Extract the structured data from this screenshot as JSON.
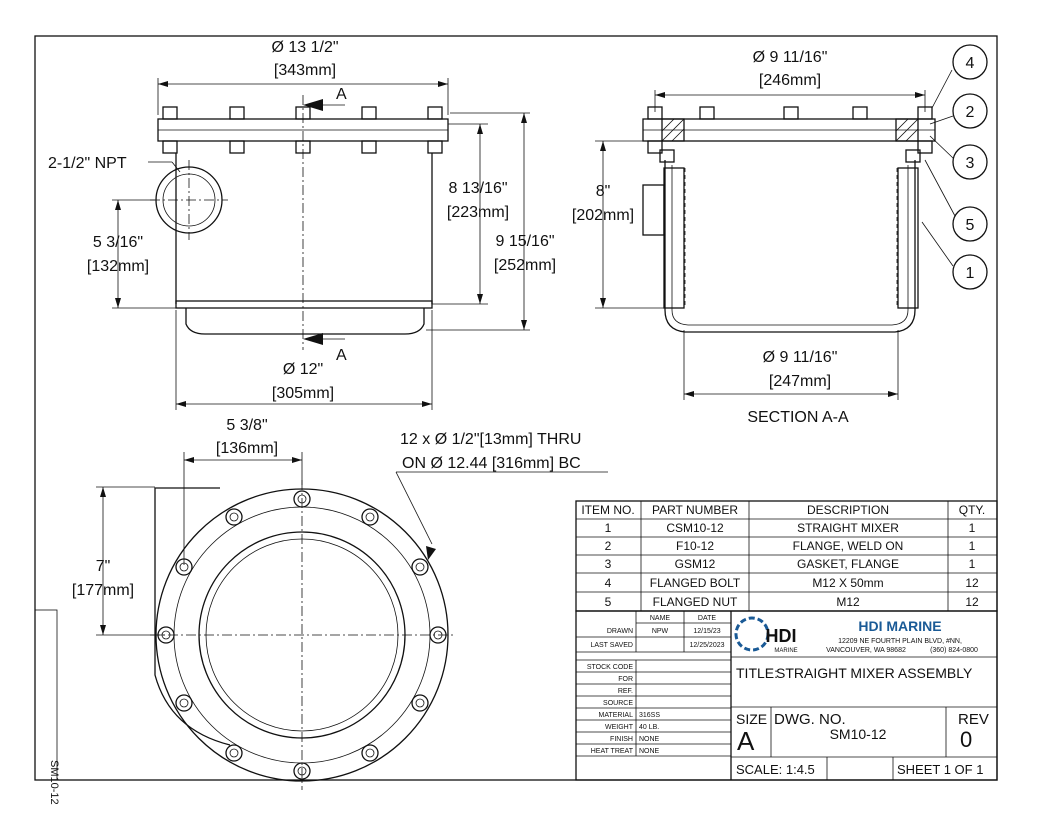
{
  "dimensions": {
    "top_diameter": "Ø 13 1/2\"",
    "top_diameter_mm": "[343mm]",
    "section_diameter": "Ø 9 11/16\"",
    "section_diameter_mm": "[246mm]",
    "npt_label": "2-1/2\" NPT",
    "body_height": "8 13/16\"",
    "body_height_mm": "[223mm]",
    "overall_height": "9 15/16\"",
    "overall_height_mm": "[252mm]",
    "npt_height": "5 3/16\"",
    "npt_height_mm": "[132mm]",
    "base_diameter": "Ø 12\"",
    "base_diameter_mm": "[305mm]",
    "section_height": "8\"",
    "section_height_mm": "[202mm]",
    "section_bottom_diameter": "Ø 9 11/16\"",
    "section_bottom_diameter_mm": "[247mm]",
    "npt_offset": "5 3/8\"",
    "npt_offset_mm": "[136mm]",
    "bottom_height": "7\"",
    "bottom_height_mm": "[177mm]",
    "bolt_note_line1": "12 x Ø 1/2\"[13mm] THRU",
    "bolt_note_line2": "ON Ø 12.44 [316mm] BC",
    "section_marker": "A",
    "section_title": "SECTION A-A"
  },
  "balloons": [
    "4",
    "2",
    "3",
    "5",
    "1"
  ],
  "bom": {
    "headers": [
      "ITEM NO.",
      "PART NUMBER",
      "DESCRIPTION",
      "QTY."
    ],
    "rows": [
      [
        "1",
        "CSM10-12",
        "STRAIGHT MIXER",
        "1"
      ],
      [
        "2",
        "F10-12",
        "FLANGE, WELD ON",
        "1"
      ],
      [
        "3",
        "GSM12",
        "GASKET, FLANGE",
        "1"
      ],
      [
        "4",
        "FLANGED BOLT",
        "M12 X 50mm",
        "12"
      ],
      [
        "5",
        "FLANGED NUT",
        "M12",
        "12"
      ]
    ]
  },
  "title_block": {
    "name_header": "NAME",
    "date_header": "DATE",
    "drawn_label": "DRAWN",
    "drawn_name": "NPW",
    "drawn_date": "12/15/23",
    "last_saved_label": "LAST SAVED",
    "last_saved_date": "12/25/2023",
    "props": [
      {
        "label": "STOCK CODE",
        "value": ""
      },
      {
        "label": "FOR",
        "value": ""
      },
      {
        "label": "REF.",
        "value": ""
      },
      {
        "label": "SOURCE",
        "value": ""
      },
      {
        "label": "MATERIAL",
        "value": "316SS"
      },
      {
        "label": "WEIGHT",
        "value": "40 LB."
      },
      {
        "label": "FINISH",
        "value": "NONE"
      },
      {
        "label": "HEAT TREAT",
        "value": "NONE"
      }
    ],
    "company": "HDI MARINE",
    "logo_text": "HDI",
    "logo_sub": "MARINE",
    "address_line1": "12209 NE FOURTH PLAIN BLVD, #NN,",
    "address_line2": "VANCOUVER, WA 98682",
    "phone": "(360) 824-0800",
    "title_label": "TITLE:",
    "title": "STRAIGHT MIXER ASSEMBLY",
    "size_label": "SIZE",
    "size": "A",
    "dwg_no_label": "DWG. NO.",
    "dwg_no": "SM10-12",
    "rev_label": "REV",
    "rev": "0",
    "scale_label": "SCALE: 1:4.5",
    "sheet_label": "SHEET 1 OF 1",
    "side_tag": "SM10-12"
  },
  "colors": {
    "line": "#111111",
    "brand": "#1a5a96",
    "background": "#ffffff"
  }
}
